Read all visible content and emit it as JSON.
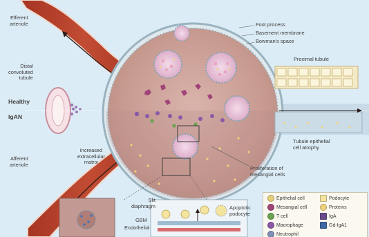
{
  "labels": {
    "efferent_arteriole": "Efferent\narteriole",
    "distal_convoluted_tubule": "Distal\nconvoluted\ntubule",
    "afferent_arteriole": "Afferent\narteriole",
    "increased_ecm": "Increased\nextracellular\nmatrix",
    "foot_process": "Foot process",
    "basement_membrane": "Basement membrane",
    "bowmans_space": "Bowman's space",
    "proximal_tubule": "Proximal tubule",
    "tubule_atrophy": "Tubule epithelial\ncell atrophy",
    "proliferation": "Proliferation of\nmesangial cells",
    "slit_diaphragm": "Slit\ndiaphragm",
    "gbm": "GBM",
    "endothelial": "Endothelial",
    "apoptotic_podocyte": "Apoptotic\npodocyte"
  },
  "states": {
    "healthy": "Healthy",
    "igan": "IgAN"
  },
  "legend": [
    {
      "label": "Epithelial cell",
      "icon": "epithelial-cell-icon",
      "color": "#e6cf7a"
    },
    {
      "label": "Podocyte",
      "icon": "podocyte-icon",
      "color": "#f3e4a0"
    },
    {
      "label": "Mesangial cell",
      "icon": "mesangial-cell-icon",
      "color": "#a1447a"
    },
    {
      "label": "Proteins",
      "icon": "protein-icon",
      "color": "#f0d27a"
    },
    {
      "label": "T cell",
      "icon": "t-cell-icon",
      "color": "#6aa24f"
    },
    {
      "label": "IgA",
      "icon": "iga-icon",
      "color": "#6a4c8c"
    },
    {
      "label": "Macrophage",
      "icon": "macrophage-icon",
      "color": "#8a5aa8"
    },
    {
      "label": "Gd-IgA1",
      "icon": "gd-iga1-icon",
      "color": "#3d6aa6"
    },
    {
      "label": "Neutrophil",
      "icon": "neutrophil-icon",
      "color": "#7f8fb8"
    }
  ],
  "colors": {
    "background": "#dcecf6",
    "artery": "#b8432c",
    "glomerulus_fill": "#cda39a",
    "capsule": "#9ab3c0",
    "capillary": "#e8c2d6",
    "tubule": "#f4eac6"
  }
}
